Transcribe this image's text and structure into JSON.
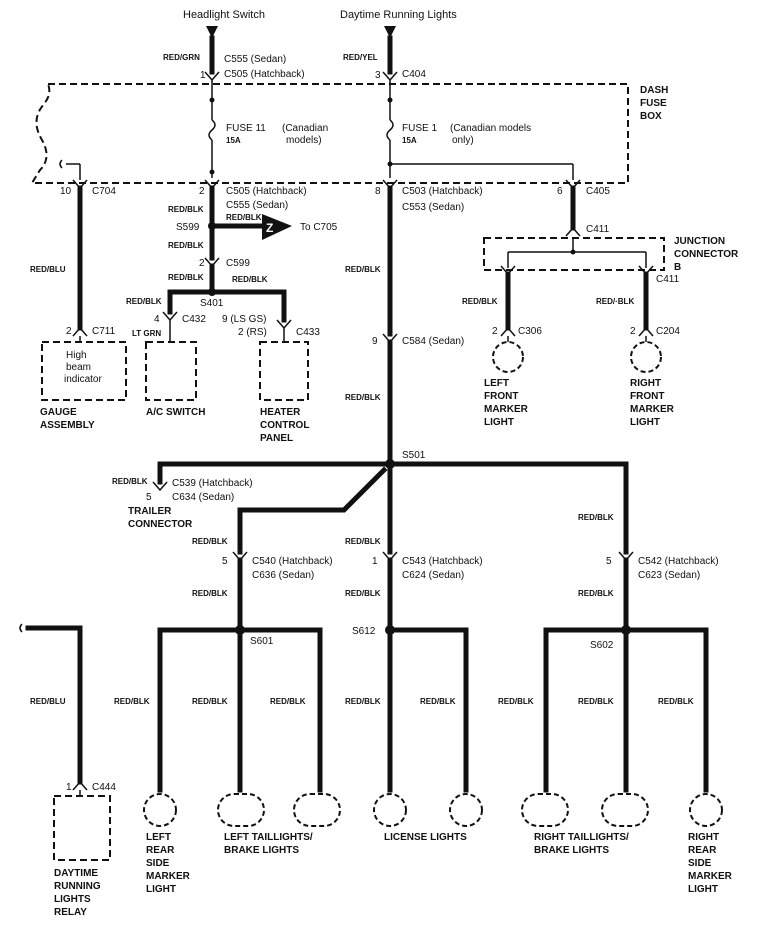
{
  "sources": {
    "headlight_switch": "Headlight Switch",
    "drl": "Daytime Running Lights"
  },
  "wire_colors": {
    "red_grn": "RED/GRN",
    "red_yel": "RED/YEL",
    "red_blk": "RED/BLK",
    "red_blu": "RED/BLU",
    "lt_grn": "LT GRN",
    "red_blk_dot": "RED/·BLK"
  },
  "dash_fuse_box": {
    "line1": "DASH",
    "line2": "FUSE",
    "line3": "BOX",
    "fuse11": "FUSE 11",
    "fuse11_amp": "15A",
    "fuse11_note1": "(Canadian",
    "fuse11_note2": "models)",
    "fuse1": "FUSE 1",
    "fuse1_amp": "15A",
    "fuse1_note1": "(Canadian models",
    "fuse1_note2": "only)"
  },
  "connectors": {
    "c555_sedan": "C555  (Sedan)",
    "c505_hatch": "C505  (Hatchback)",
    "c404": "C404",
    "c704": "C704",
    "c555_sedan_b": "C555  (Sedan)",
    "c503_hatch": "C503  (Hatchback)",
    "c553_sedan": "C553  (Sedan)",
    "c405": "C405",
    "c411": "C411",
    "c411b": "C411",
    "s599": "S599",
    "to_c705": "To C705",
    "z": "Z",
    "c599": "C599",
    "s401": "S401",
    "c432": "C432",
    "ls_gs": "9 (LS GS)",
    "rs": "2 (RS)",
    "c433": "C433",
    "c711": "C711",
    "c584": "C584  (Sedan)",
    "c306": "C306",
    "c204": "C204",
    "s501": "S501",
    "c539": "C539  (Hatchback)",
    "c634": "C634  (Sedan)",
    "c540": "C540  (Hatchback)",
    "c636": "C636  (Sedan)",
    "c543": "C543  (Hatchback)",
    "c624": "C624  (Sedan)",
    "c542": "C542  (Hatchback)",
    "c623": "C623  (Sedan)",
    "s601": "S601",
    "s612": "S612",
    "s602": "S602",
    "c444": "C444"
  },
  "pins": {
    "p1": "1",
    "p3": "3",
    "p10": "10",
    "p2": "2",
    "p8": "8",
    "p6": "6",
    "p2b": "2",
    "p4": "4",
    "p2c": "2",
    "p9": "9",
    "p2d": "2",
    "p2e": "2",
    "p5": "5",
    "p5b": "5",
    "p1b": "1",
    "p5c": "5",
    "p1c": "1"
  },
  "components": {
    "hbi1": "High",
    "hbi2": "beam",
    "hbi3": "indicator",
    "gauge1": "GAUGE",
    "gauge2": "ASSEMBLY",
    "ac": "A/C SWITCH",
    "hcp1": "HEATER",
    "hcp2": "CONTROL",
    "hcp3": "PANEL",
    "jc1": "JUNCTION",
    "jc2": "CONNECTOR",
    "jc3": "B",
    "lfm": [
      "LEFT",
      "FRONT",
      "MARKER",
      "LIGHT"
    ],
    "rfm": [
      "RIGHT",
      "FRONT",
      "MARKER",
      "LIGHT"
    ],
    "trailer1": "TRAILER",
    "trailer2": "CONNECTOR",
    "lrsm": [
      "LEFT",
      "REAR",
      "SIDE",
      "MARKER",
      "LIGHT"
    ],
    "ltl1": "LEFT TAILLIGHTS/",
    "ltl2": "BRAKE LIGHTS",
    "lic": "LICENSE LIGHTS",
    "rtl1": "RIGHT TAILLIGHTS/",
    "rtl2": "BRAKE LIGHTS",
    "rrsm": [
      "RIGHT",
      "REAR",
      "SIDE",
      "MARKER",
      "LIGHT"
    ],
    "drl_relay": [
      "DAYTIME",
      "RUNNING",
      "LIGHTS",
      "RELAY"
    ]
  }
}
